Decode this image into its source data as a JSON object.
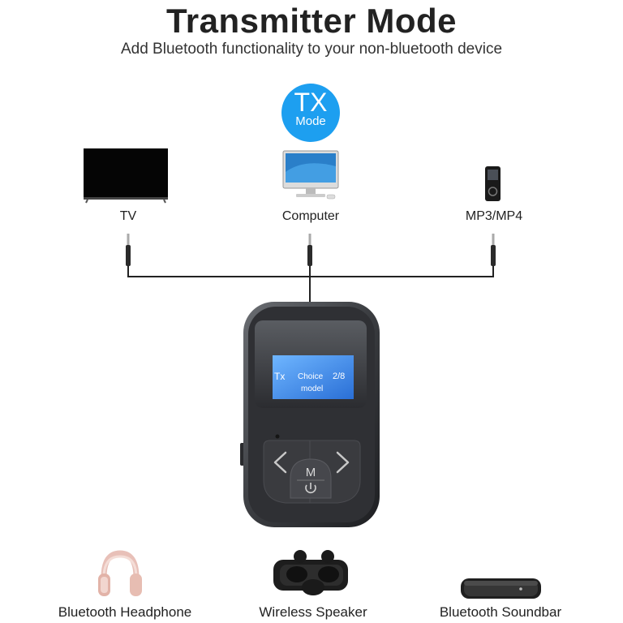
{
  "header": {
    "title": "Transmitter Mode",
    "subtitle": "Add Bluetooth functionality to your non-bluetooth device"
  },
  "badge": {
    "line1": "TX",
    "line2": "Mode",
    "color": "#1d9ff0"
  },
  "sources": [
    {
      "label": "TV",
      "icon": "tv-icon"
    },
    {
      "label": "Computer",
      "icon": "computer-icon"
    },
    {
      "label": "MP3/MP4",
      "icon": "mp3-player-icon"
    }
  ],
  "screen": {
    "mode": "Tx",
    "choice": "Choice",
    "counter": "2/8",
    "model": "model"
  },
  "device_buttons": {
    "center": "M"
  },
  "outputs": [
    {
      "label": "Bluetooth Headphone",
      "icon": "headphone-icon"
    },
    {
      "label": "Wireless Speaker",
      "icon": "earbuds-icon"
    },
    {
      "label": "Bluetooth Soundbar",
      "icon": "soundbar-icon"
    }
  ]
}
